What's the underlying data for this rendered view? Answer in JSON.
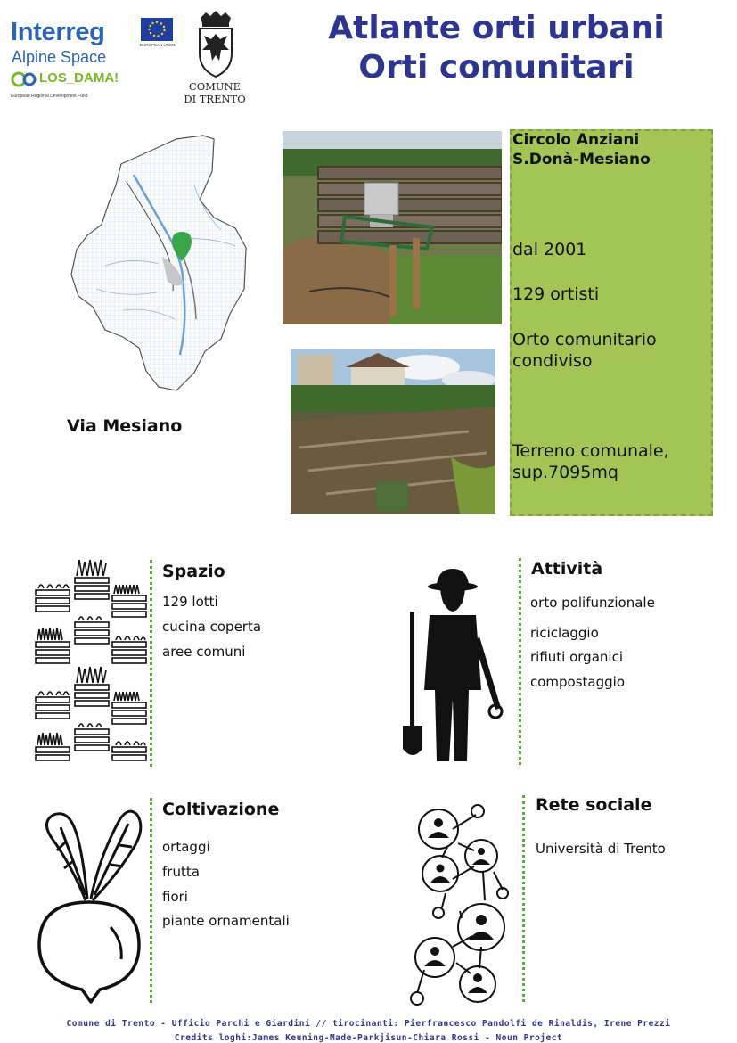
{
  "header": {
    "interreg": "Interreg",
    "alpine_space": "Alpine Space",
    "los_dama": "LOS_DAMA!",
    "erdf": "European Regional Development Fund",
    "eu_label": "EUROPEAN UNION",
    "comune_line1": "COMUNE",
    "comune_line2": "DI TRENTO",
    "title_line1": "Atlante orti urbani",
    "title_line2": "Orti comunitari"
  },
  "map": {
    "place_name": "Via Mesiano",
    "marker_color": "#3aa64a"
  },
  "info": {
    "name_line1": "Circolo Anziani",
    "name_line2": "S.Donà-Mesiano",
    "since": "dal 2001",
    "members": "129 ortisti",
    "type_line1": "Orto comunitario",
    "type_line2": "condiviso",
    "land_line1": "Terreno comunale,",
    "land_line2": "sup.7095mq",
    "box_color": "#a2c556"
  },
  "sections": {
    "spazio": {
      "title": "Spazio",
      "items": [
        "129 lotti",
        "cucina coperta",
        "aree comuni"
      ]
    },
    "attivita": {
      "title": "Attività",
      "items": [
        "orto polifunzionale",
        "riciclaggio",
        "rifiuti organici",
        "compostaggio"
      ]
    },
    "coltivazione": {
      "title": "Coltivazione",
      "items": [
        "ortaggi",
        "frutta",
        "fiori",
        "piante ornamentali"
      ]
    },
    "rete": {
      "title": "Rete sociale",
      "items": [
        "Università di Trento"
      ]
    }
  },
  "footer": {
    "line1": "Comune di Trento - Ufficio Parchi e Giardini // tirocinanti: Pierfrancesco Pandolfi de Rinaldis, Irene Prezzi",
    "line2": "Credits loghi:James Keuning-Made-Parkjisun-Chiara Rossi - Noun Project"
  },
  "colors": {
    "title_blue": "#2d3591",
    "interreg_blue": "#2b63b5",
    "accent_green": "#5aaa3c"
  }
}
